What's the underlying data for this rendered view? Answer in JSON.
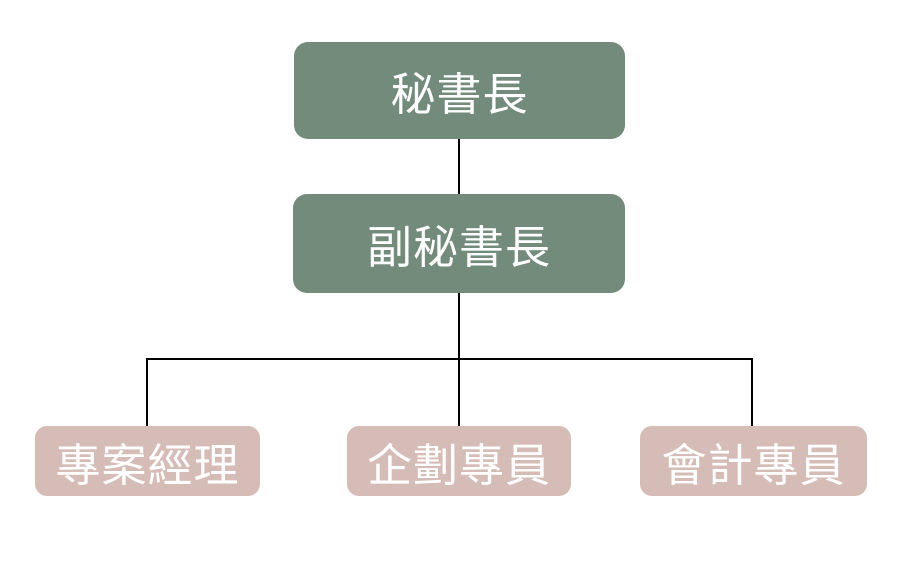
{
  "org_chart": {
    "type": "org-chart",
    "background_color": "#ffffff",
    "connector_color": "#000000",
    "level_colors": {
      "upper": "#728b7a",
      "lower": "#d6bcb6"
    },
    "text_color": "#ffffff",
    "nodes": [
      {
        "id": "secretary-general",
        "label": "秘書長",
        "level": 0,
        "fill": "#728b7a",
        "parent": null
      },
      {
        "id": "deputy-secretary",
        "label": "副秘書長",
        "level": 1,
        "fill": "#728b7a",
        "parent": "secretary-general"
      },
      {
        "id": "project-manager",
        "label": "專案經理",
        "level": 2,
        "fill": "#d6bcb6",
        "parent": "deputy-secretary"
      },
      {
        "id": "planning-specialist",
        "label": "企劃專員",
        "level": 2,
        "fill": "#d6bcb6",
        "parent": "deputy-secretary"
      },
      {
        "id": "accounting-specialist",
        "label": "會計專員",
        "level": 2,
        "fill": "#d6bcb6",
        "parent": "deputy-secretary"
      }
    ]
  }
}
